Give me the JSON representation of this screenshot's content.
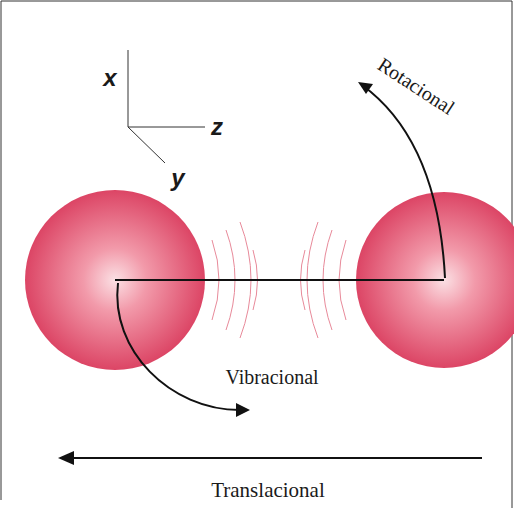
{
  "diagram": {
    "labels": [
      "x",
      "z",
      "y",
      "Rotacional",
      "Vibracional",
      "Translacional"
    ]
  }
}
